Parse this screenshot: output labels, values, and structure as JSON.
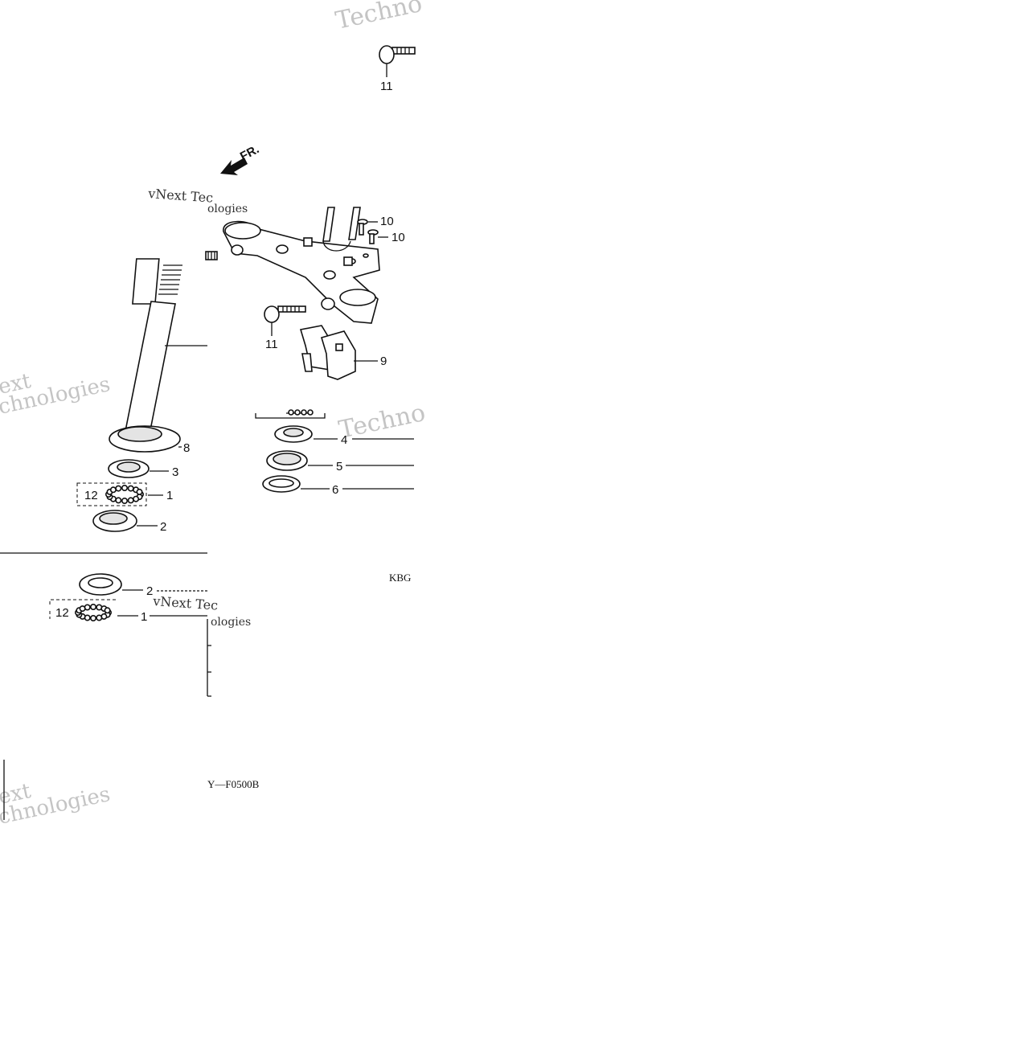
{
  "diagram": {
    "code_top": "KBG",
    "code_bottom": "Y—F0500B",
    "direction_label": "FR.",
    "watermarks": [
      "Techno",
      "vNext Tec",
      "ologies",
      "ext",
      "chnologies",
      "Techno",
      "vNext Tec",
      "ologies",
      "ext",
      "chnologies"
    ],
    "callouts": [
      "11",
      "10",
      "10",
      "11",
      "9",
      "8",
      "3",
      "12",
      "1",
      "2",
      "4",
      "5",
      "6",
      "2",
      "12",
      "1"
    ]
  }
}
